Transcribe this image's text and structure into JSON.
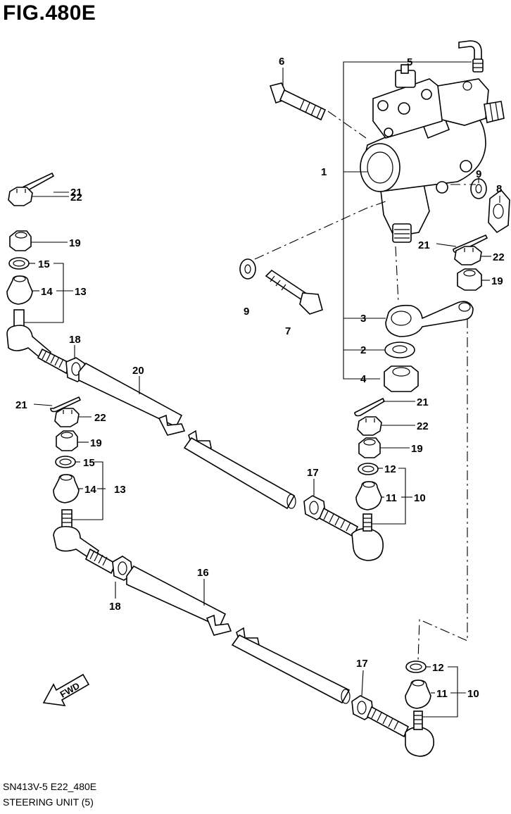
{
  "figure": {
    "title": "FIG.480E",
    "code": "SN413V-5 E22_480E",
    "subtitle": "STEERING UNIT (5)",
    "direction_label": "FWD"
  },
  "callouts": [
    {
      "id": "c5",
      "text": "5"
    },
    {
      "id": "c6",
      "text": "6"
    },
    {
      "id": "c1",
      "text": "1"
    },
    {
      "id": "c9a",
      "text": "9"
    },
    {
      "id": "c8",
      "text": "8"
    },
    {
      "id": "c21a",
      "text": "21"
    },
    {
      "id": "c22a",
      "text": "22"
    },
    {
      "id": "c19a",
      "text": "19"
    },
    {
      "id": "c21b",
      "text": "21"
    },
    {
      "id": "c22b",
      "text": "22"
    },
    {
      "id": "c19b",
      "text": "19"
    },
    {
      "id": "c15a",
      "text": "15"
    },
    {
      "id": "c14a",
      "text": "14"
    },
    {
      "id": "c13a",
      "text": "13"
    },
    {
      "id": "c9b",
      "text": "9"
    },
    {
      "id": "c7",
      "text": "7"
    },
    {
      "id": "c3",
      "text": "3"
    },
    {
      "id": "c2",
      "text": "2"
    },
    {
      "id": "c4",
      "text": "4"
    },
    {
      "id": "c18a",
      "text": "18"
    },
    {
      "id": "c20",
      "text": "20"
    },
    {
      "id": "c21c",
      "text": "21"
    },
    {
      "id": "c22c",
      "text": "22"
    },
    {
      "id": "c19c",
      "text": "19"
    },
    {
      "id": "c15b",
      "text": "15"
    },
    {
      "id": "c14b",
      "text": "14"
    },
    {
      "id": "c13b",
      "text": "13"
    },
    {
      "id": "c21d",
      "text": "21"
    },
    {
      "id": "c22d",
      "text": "22"
    },
    {
      "id": "c19d",
      "text": "19"
    },
    {
      "id": "c12a",
      "text": "12"
    },
    {
      "id": "c11a",
      "text": "11"
    },
    {
      "id": "c10a",
      "text": "10"
    },
    {
      "id": "c17a",
      "text": "17"
    },
    {
      "id": "c16",
      "text": "16"
    },
    {
      "id": "c18b",
      "text": "18"
    },
    {
      "id": "c17b",
      "text": "17"
    },
    {
      "id": "c12b",
      "text": "12"
    },
    {
      "id": "c11b",
      "text": "11"
    },
    {
      "id": "c10b",
      "text": "10"
    }
  ]
}
